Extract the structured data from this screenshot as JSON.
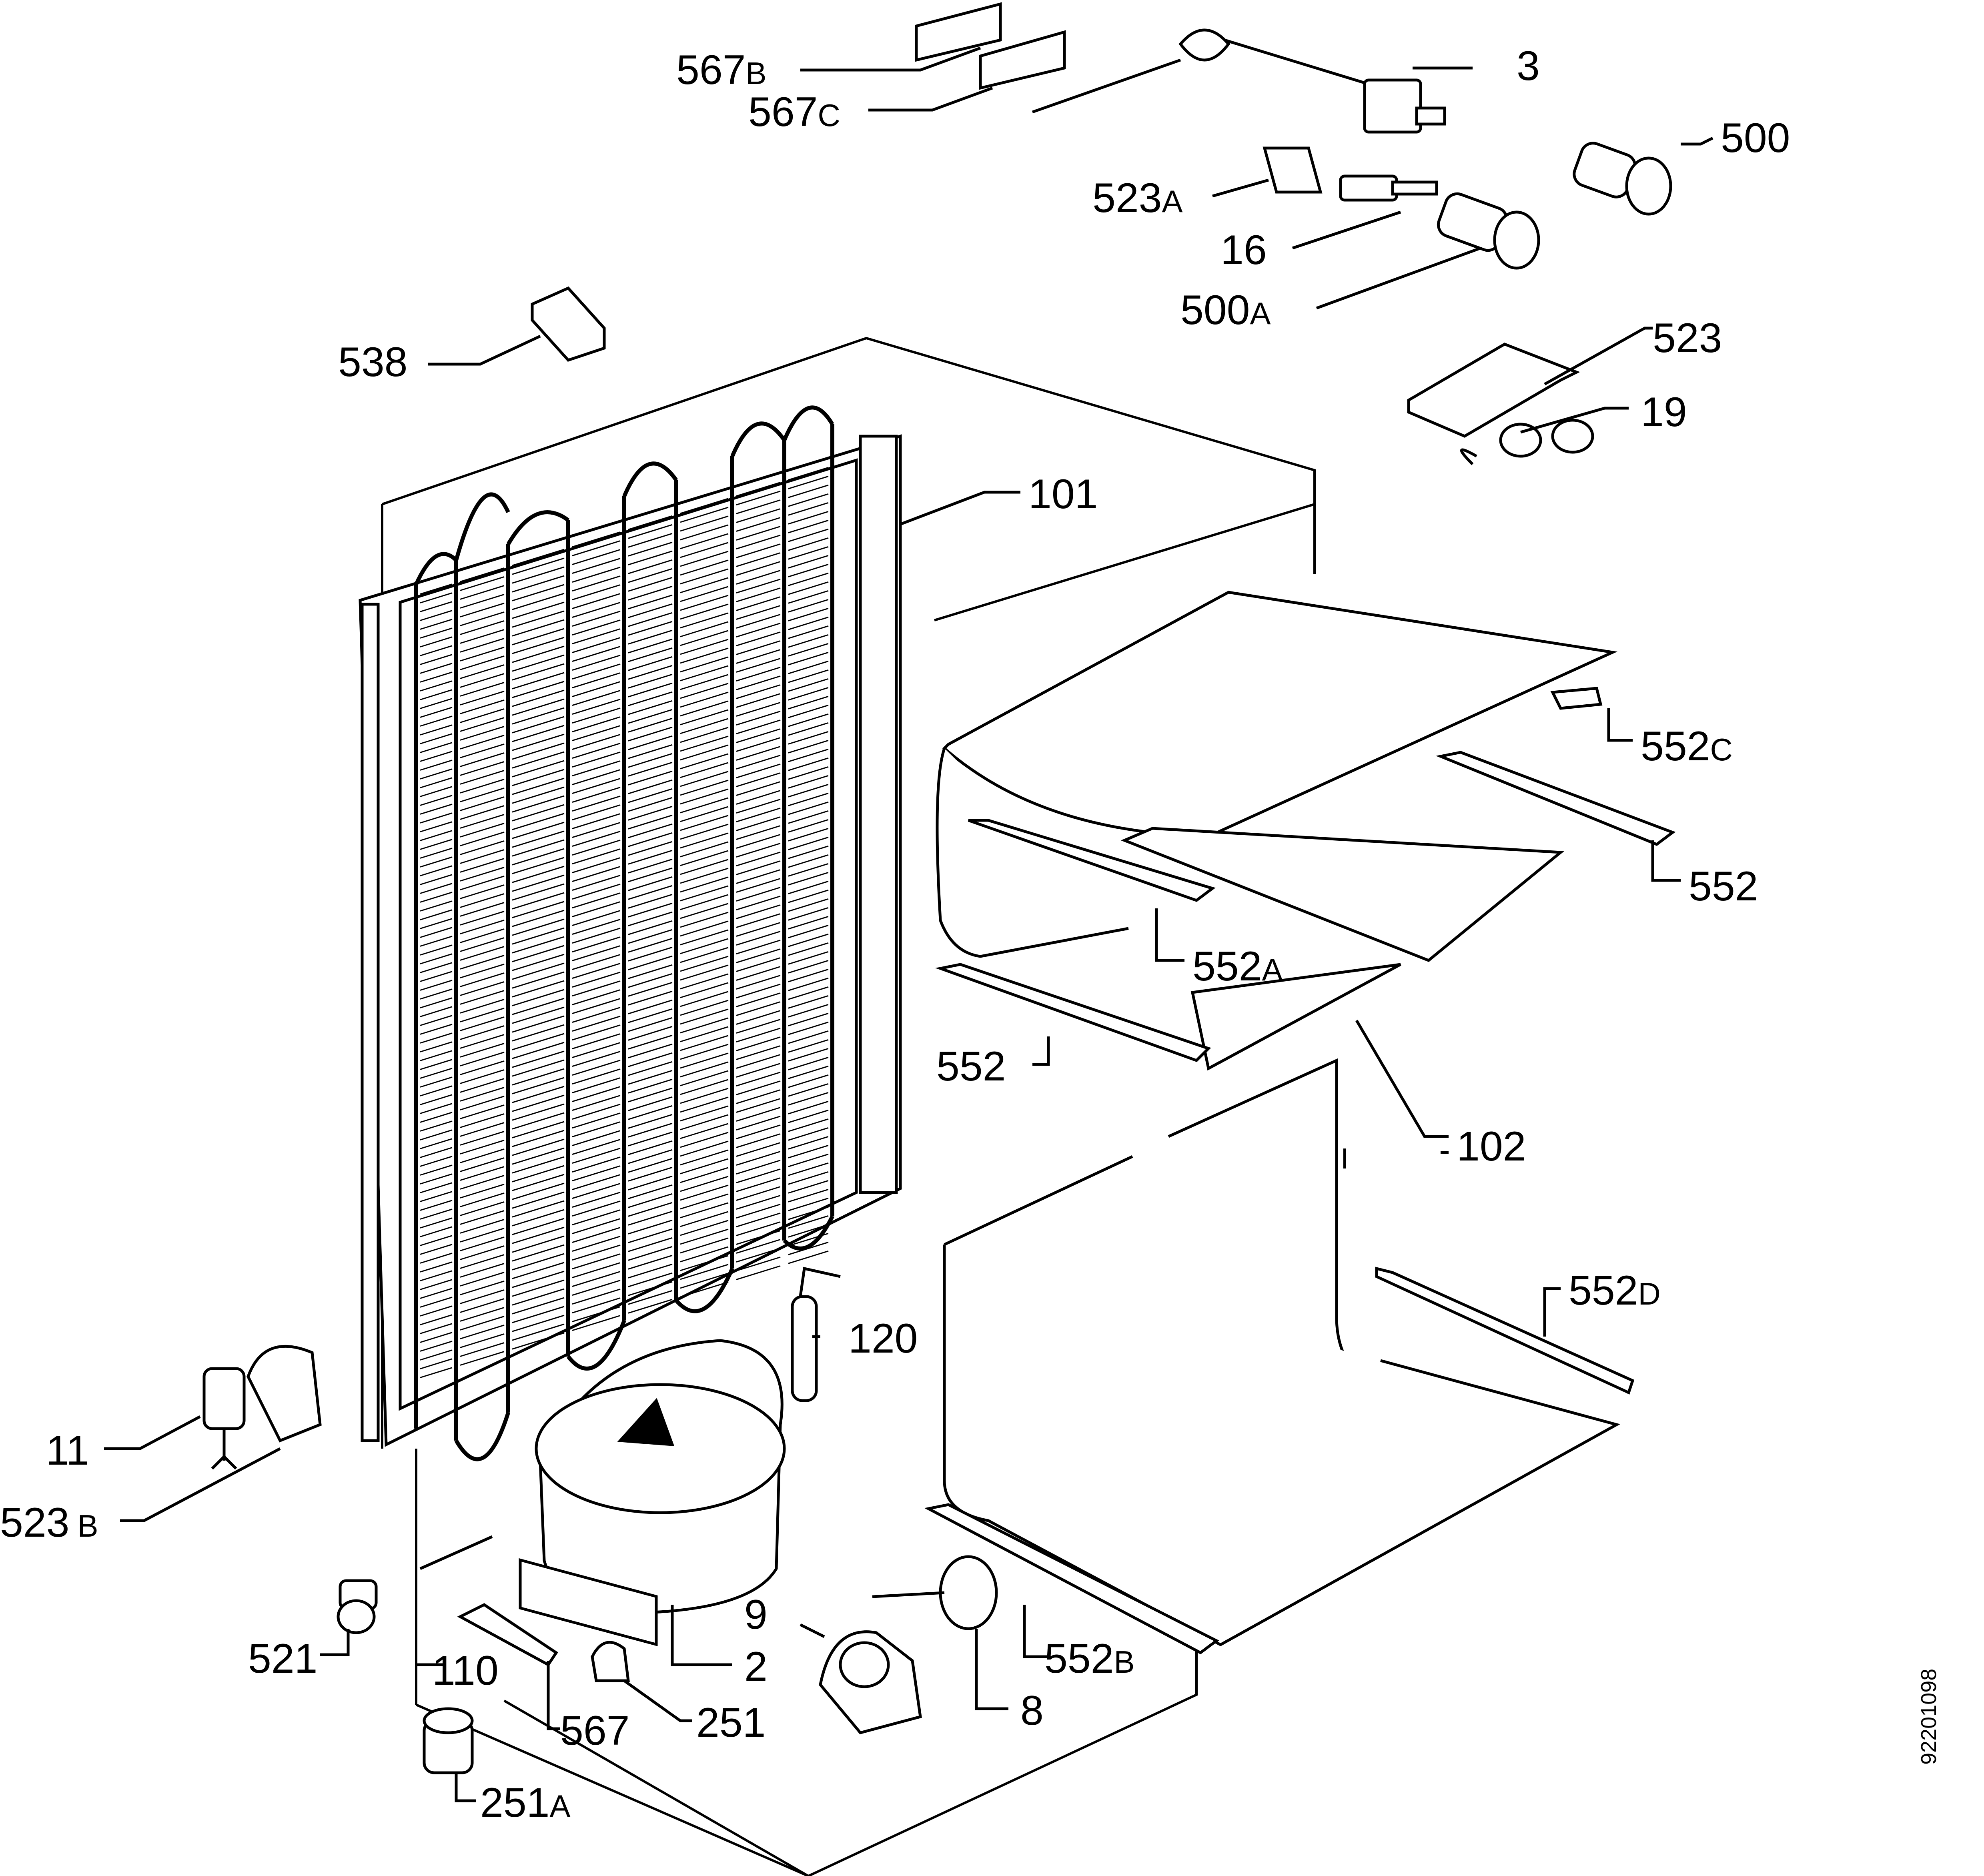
{
  "diagram": {
    "labels": {
      "l567b": {
        "num": "567",
        "suffix": "B"
      },
      "l567c": {
        "num": "567",
        "suffix": "C"
      },
      "l3": {
        "num": "3",
        "suffix": ""
      },
      "l500": {
        "num": "500",
        "suffix": ""
      },
      "l523a": {
        "num": "523",
        "suffix": "A"
      },
      "l16": {
        "num": "16",
        "suffix": ""
      },
      "l500a": {
        "num": "500",
        "suffix": "A"
      },
      "l538": {
        "num": "538",
        "suffix": ""
      },
      "l523": {
        "num": "523",
        "suffix": ""
      },
      "l19": {
        "num": "19",
        "suffix": ""
      },
      "l101": {
        "num": "101",
        "suffix": ""
      },
      "l552c": {
        "num": "552",
        "suffix": "C"
      },
      "l552_right": {
        "num": "552",
        "suffix": ""
      },
      "l552a": {
        "num": "552",
        "suffix": "A"
      },
      "l552_left": {
        "num": "552",
        "suffix": ""
      },
      "l102": {
        "num": "102",
        "suffix": ""
      },
      "l552d": {
        "num": "552",
        "suffix": "D"
      },
      "l120": {
        "num": "120",
        "suffix": ""
      },
      "l11": {
        "num": "11",
        "suffix": ""
      },
      "l523b": {
        "num": "523",
        "suffix": "B"
      },
      "l521": {
        "num": "521",
        "suffix": ""
      },
      "l110": {
        "num": "110",
        "suffix": ""
      },
      "l2": {
        "num": "2",
        "suffix": ""
      },
      "l9": {
        "num": "9",
        "suffix": ""
      },
      "l552b": {
        "num": "552",
        "suffix": "B"
      },
      "l8": {
        "num": "8",
        "suffix": ""
      },
      "l567": {
        "num": "567",
        "suffix": ""
      },
      "l251": {
        "num": "251",
        "suffix": ""
      },
      "l251a": {
        "num": "251",
        "suffix": "A"
      }
    },
    "drawing_number": "92201098"
  }
}
